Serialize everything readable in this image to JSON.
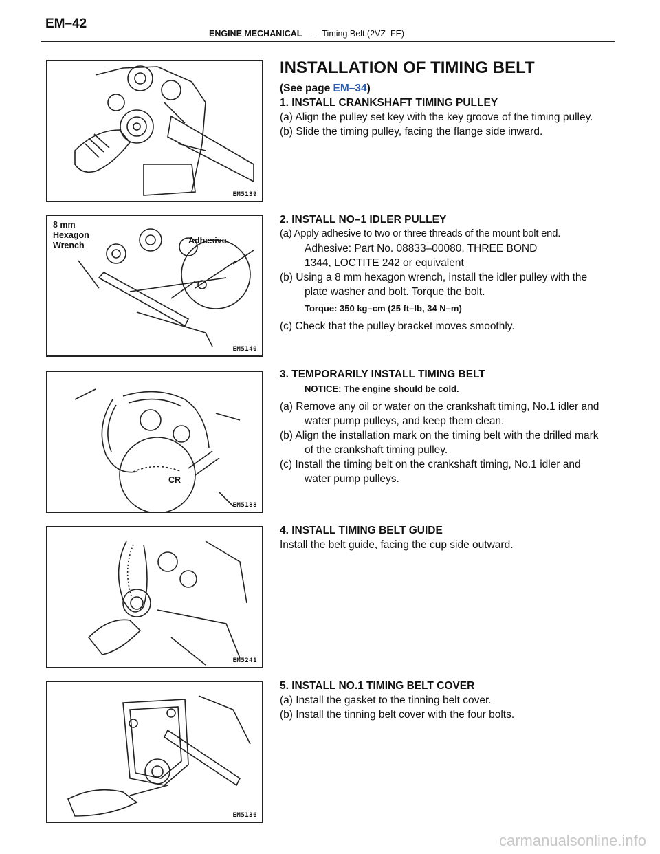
{
  "header": {
    "page_number": "EM–42",
    "section": "ENGINE MECHANICAL",
    "dash": "–",
    "subsection": "Timing Belt (2VZ–FE)"
  },
  "figures": [
    {
      "code": "EM5139"
    },
    {
      "code": "EM5140",
      "callouts": [
        "8 mm",
        "Hexagon",
        "Wrench",
        "Adhesive"
      ]
    },
    {
      "code": "EM5188",
      "callouts": [
        "CR"
      ]
    },
    {
      "code": "EM5241"
    },
    {
      "code": "EM5136"
    }
  ],
  "content": {
    "title": "INSTALLATION OF TIMING BELT",
    "see_prefix": "(See page ",
    "see_link": "EM–34",
    "see_suffix": ")",
    "s1": {
      "heading": "1. INSTALL CRANKSHAFT TIMING PULLEY",
      "a": "(a) Align the pulley set key with the key groove of the timing pulley.",
      "b": "(b) Slide the timing pulley, facing the flange side inward."
    },
    "s2": {
      "heading": "2. INSTALL NO–1 IDLER PULLEY",
      "a": "(a) Apply adhesive to two or three threads of the mount bolt end.",
      "adhesive1": "Adhesive: Part No. 08833–00080, THREE BOND",
      "adhesive2": "1344, LOCTITE 242 or equivalent",
      "b": "(b) Using a 8 mm hexagon wrench, install the idler pulley with the plate washer and bolt. Torque the bolt.",
      "torque": "Torque: 350 kg–cm (25 ft–lb, 34 N–m)",
      "c": "(c) Check that the pulley bracket moves smoothly."
    },
    "s3": {
      "heading": "3. TEMPORARILY INSTALL TIMING BELT",
      "notice": "NOTICE: The engine should be cold.",
      "a": "(a) Remove any oil or water on the crankshaft timing, No.1 idler and water pump pulleys, and keep them clean.",
      "b": "(b) Align the installation mark on the timing belt with the drilled mark of the crankshaft timing pulley.",
      "c": "(c) Install the timing belt on the crankshaft timing, No.1 idler and water pump pulleys."
    },
    "s4": {
      "heading": "4. INSTALL TIMING BELT GUIDE",
      "text": "Install the belt guide, facing the cup side outward."
    },
    "s5": {
      "heading": "5. INSTALL NO.1 TIMING BELT COVER",
      "a": "(a) Install the gasket to the tinning belt cover.",
      "b": "(b) Install the tinning belt cover with the four bolts."
    }
  },
  "watermark": "carmanualsonline.info"
}
